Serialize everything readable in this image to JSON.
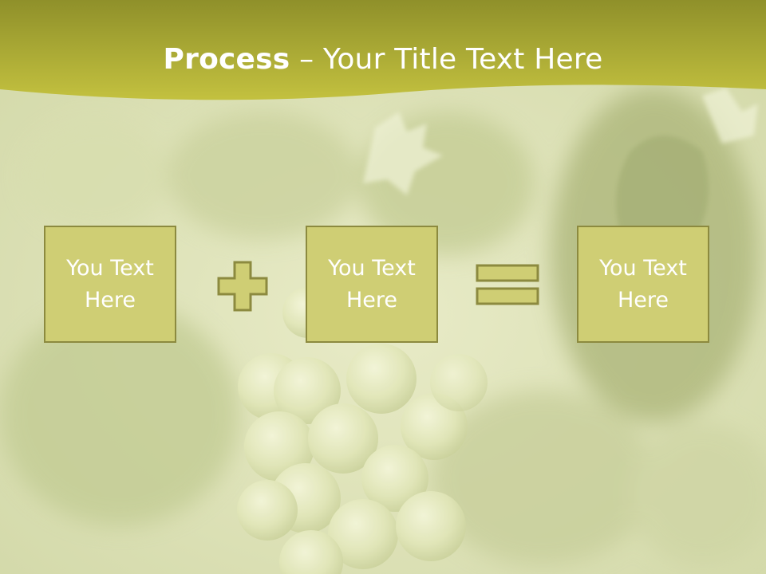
{
  "slide": {
    "title_bold": "Process",
    "title_rest": " – Your Title Text Here",
    "boxes": [
      {
        "label": "You Text Here"
      },
      {
        "label": "You Text Here"
      },
      {
        "label": "You Text Here"
      }
    ],
    "operators": [
      "plus-icon",
      "equals-icon"
    ]
  },
  "colors": {
    "header_band": "#b3b23a",
    "box_fill": "#cfce74",
    "box_border": "#8c8a3f",
    "text": "#ffffff",
    "background": "#dfe3bc"
  }
}
